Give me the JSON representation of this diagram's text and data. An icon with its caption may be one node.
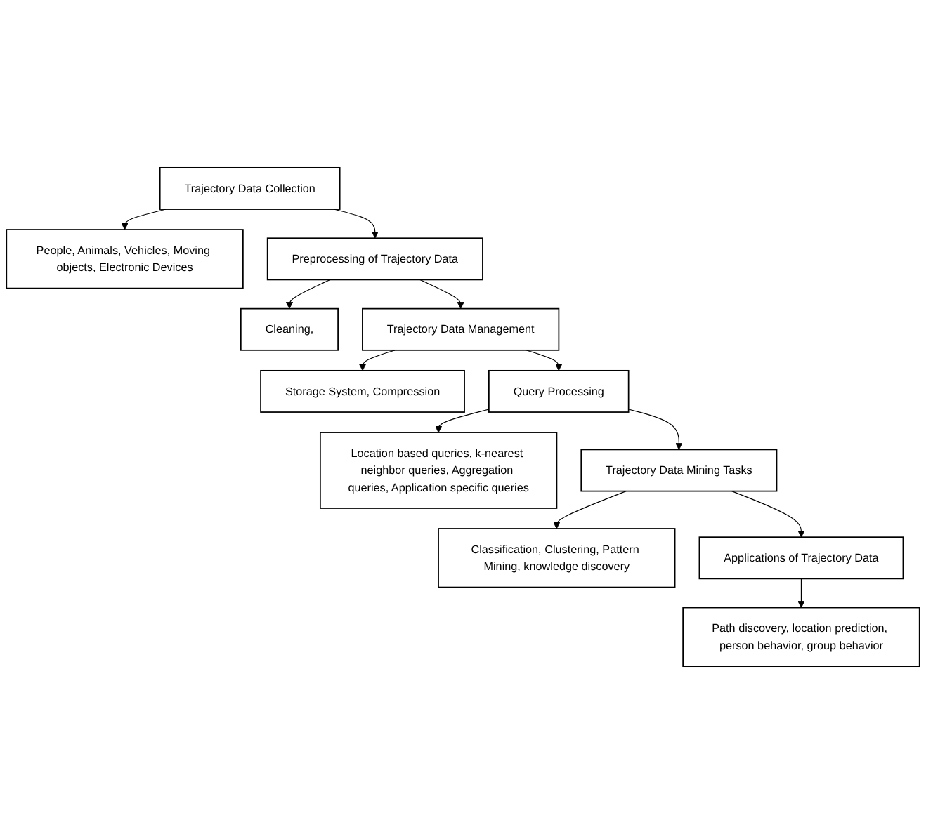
{
  "diagram": {
    "nodes": [
      {
        "text": [
          "Trajectory Data Collection"
        ]
      },
      {
        "text": [
          "People, Animals, Vehicles, Moving objects, Electronic Devices"
        ]
      },
      {
        "text": [
          "Preprocessing of Trajectory Data"
        ]
      },
      {
        "text": [
          "Cleaning,"
        ]
      },
      {
        "text": [
          "Trajectory Data Management"
        ]
      },
      {
        "text": [
          "Storage System, Compression"
        ]
      },
      {
        "text": [
          "Query Processing"
        ]
      },
      {
        "text": [
          "Location based queries, k-nearest neighbor queries, Aggregation queries, Application specific queries"
        ]
      },
      {
        "text": [
          "Trajectory Data Mining Tasks"
        ]
      },
      {
        "text": [
          "Classification, Clustering, Pattern Mining, knowledge discovery"
        ]
      },
      {
        "text": [
          "Applications of Trajectory Data"
        ]
      },
      {
        "text": [
          "Path discovery, location prediction, person behavior, group behavior"
        ]
      }
    ],
    "edges": [
      {
        "from": 0,
        "to": 1,
        "arrow": "to"
      },
      {
        "from": 0,
        "to": 2,
        "arrow": "to"
      },
      {
        "from": 2,
        "to": 3,
        "arrow": "to"
      },
      {
        "from": 2,
        "to": 4,
        "arrow": "to"
      },
      {
        "from": 4,
        "to": 5,
        "arrow": "to"
      },
      {
        "from": 4,
        "to": 6,
        "arrow": "to"
      },
      {
        "from": 6,
        "to": 7,
        "arrow": "to"
      },
      {
        "from": 6,
        "to": 8,
        "arrow": "to"
      },
      {
        "from": 8,
        "to": 9,
        "arrow": "to"
      },
      {
        "from": 8,
        "to": 10,
        "arrow": "to"
      },
      {
        "from": 10,
        "to": 11,
        "arrow": "to"
      }
    ]
  }
}
